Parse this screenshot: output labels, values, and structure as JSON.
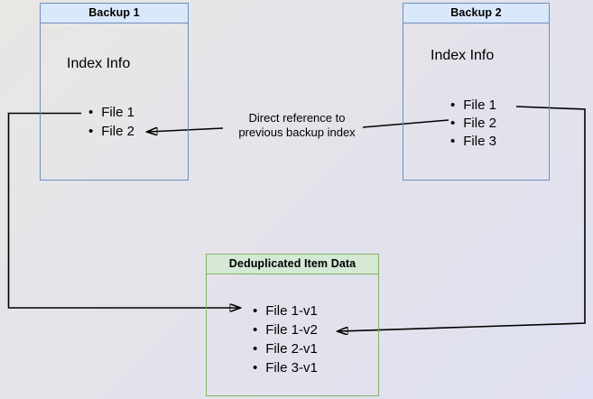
{
  "diagram": {
    "type": "backup-deduplication-diagram",
    "boxes": {
      "backup1": {
        "title": "Backup 1",
        "subtitle": "Index Info",
        "files": [
          "File 1",
          "File 2"
        ]
      },
      "backup2": {
        "title": "Backup 2",
        "subtitle": "Index Info",
        "files": [
          "File 1",
          "File 2",
          "File 3"
        ]
      },
      "dedup": {
        "title": "Deduplicated Item Data",
        "files": [
          "File 1-v1",
          "File 1-v2",
          "File 2-v1",
          "File 3-v1"
        ]
      }
    },
    "annotation": {
      "line1": "Direct reference to",
      "line2": "previous backup index"
    },
    "bullet_glyph": "•",
    "arrows": [
      {
        "name": "direct-reference-arrow",
        "from": "Backup 2 : File 2",
        "to": "Backup 1 : File 2"
      },
      {
        "name": "backup1-to-dedup-arrow",
        "from": "Backup 1 : File 1",
        "to": "Deduplicated Item Data : File 1-v1"
      },
      {
        "name": "backup2-to-dedup-arrow",
        "from": "Backup 2 : File 1",
        "to": "Deduplicated Item Data : File 1-v2"
      }
    ]
  },
  "colors": {
    "blue_header": "#dae8fc",
    "blue_border": "#6c8ebf",
    "green_header": "#d5e8d4",
    "green_border": "#82b366",
    "arrow": "#000000",
    "bg_top_left": "#e9e7e4",
    "bg_bottom_right": "#dfe0f1"
  }
}
